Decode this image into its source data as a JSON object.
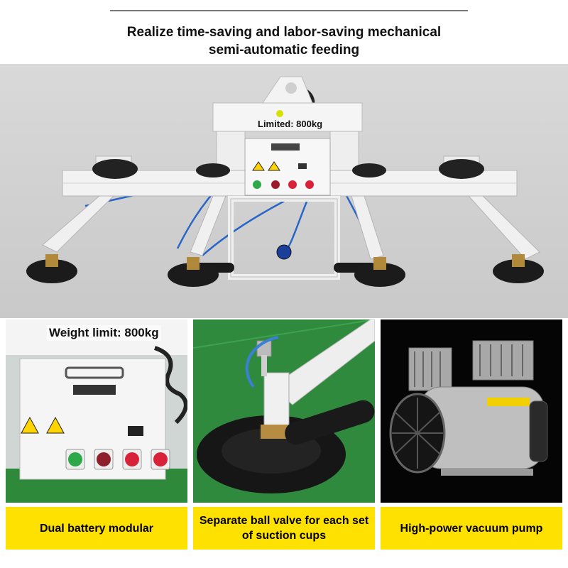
{
  "headline": {
    "line1": "Realize time-saving and labor-saving mechanical",
    "line2": "semi-automatic feeding"
  },
  "hero": {
    "limit_label": "Limited: 800kg"
  },
  "panels": [
    {
      "overlay_label": "Weight limit: 800kg",
      "caption": "Dual battery modular"
    },
    {
      "caption": "Separate ball valve for each set of suction cups"
    },
    {
      "caption": "High-power vacuum pump"
    }
  ],
  "colors": {
    "caption_background": "#ffe100",
    "hero_background": "#d3d3d3",
    "frame": "#f2f2f2",
    "hose": "#2a66c8",
    "green_button": "#2fa84a",
    "red_button": "#d8223a",
    "pump_background": "#050505"
  }
}
